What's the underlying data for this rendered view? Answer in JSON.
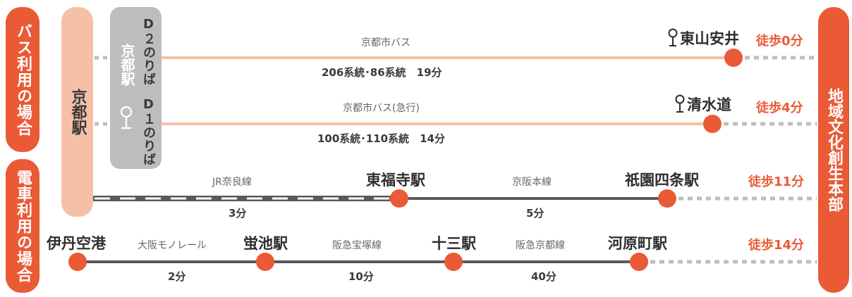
{
  "left_labels": {
    "bus": "バス利用の場合",
    "train": "電車利用の場合"
  },
  "right_label": "地域文化創生本部",
  "kyoto_station": "京都駅",
  "bus_stop": {
    "name": "京都駅",
    "platform_d2": "D２のりば",
    "platform_d1": "D１のりば"
  },
  "routes": {
    "bus1": {
      "line": "京都市バス",
      "detail": "206系統･86系統　19分",
      "stop": "東山安井",
      "walk": "徒歩0分"
    },
    "bus2": {
      "line": "京都市バス(急行)",
      "detail": "100系統･110系統　14分",
      "stop": "清水道",
      "walk": "徒歩4分"
    },
    "jr": {
      "line1": "JR奈良線",
      "time1": "3分",
      "transfer": "東福寺駅",
      "line2": "京阪本線",
      "time2": "5分",
      "station": "祇園四条駅",
      "walk": "徒歩11分"
    },
    "hankyu": {
      "origin": "伊丹空港",
      "line1": "大阪モノレール",
      "time1": "2分",
      "st1": "蛍池駅",
      "line2": "阪急宝塚線",
      "time2": "10分",
      "st2": "十三駅",
      "line3": "阪急京都線",
      "time3": "40分",
      "st3": "河原町駅",
      "walk": "徒歩14分"
    }
  },
  "colors": {
    "accent": "#ea5a35",
    "bus_line": "#f6c0a6",
    "rail_line": "#5a5a5a",
    "walk_dots": "#bdbdbd"
  }
}
